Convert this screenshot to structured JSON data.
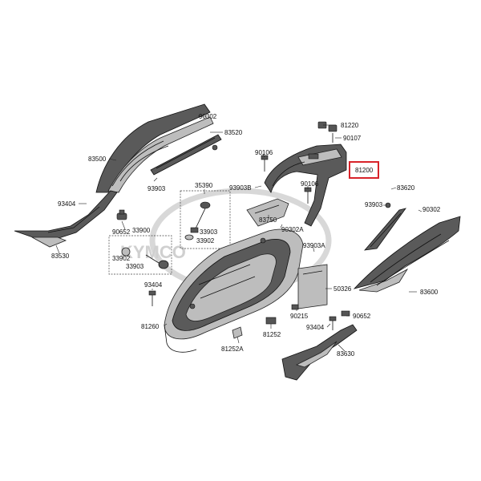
{
  "watermark": {
    "text": "KYMCO"
  },
  "highlight": {
    "color": "#d8232a",
    "part": "81200"
  },
  "parts": {
    "p83500": "83500",
    "p90302a": "90302",
    "p83520": "83520",
    "p93903a": "93903",
    "p93404a": "93404",
    "p83530": "83530",
    "p90652a": "90652",
    "p35390": "35390",
    "p33903a": "33903",
    "p33902a": "33902",
    "p33900": "33900",
    "p33902b": "33902",
    "p33903b": "33903",
    "p81220": "81220",
    "p90107": "90107",
    "p90106a": "90106",
    "p81200": "81200",
    "p93903b": "93903B",
    "p90106b": "90106",
    "p83750": "83750",
    "p90302a2": "90302A",
    "p83620": "83620",
    "p93903c": "93903",
    "p90302b": "90302",
    "p93903d": "93903A",
    "p50326": "50326",
    "p83600": "83600",
    "p93404b": "93404",
    "p81260": "81260",
    "p81252a": "81252A",
    "p81252": "81252",
    "p90215": "90215",
    "p93404c": "93404",
    "p90652b": "90652",
    "p83630": "83630"
  }
}
